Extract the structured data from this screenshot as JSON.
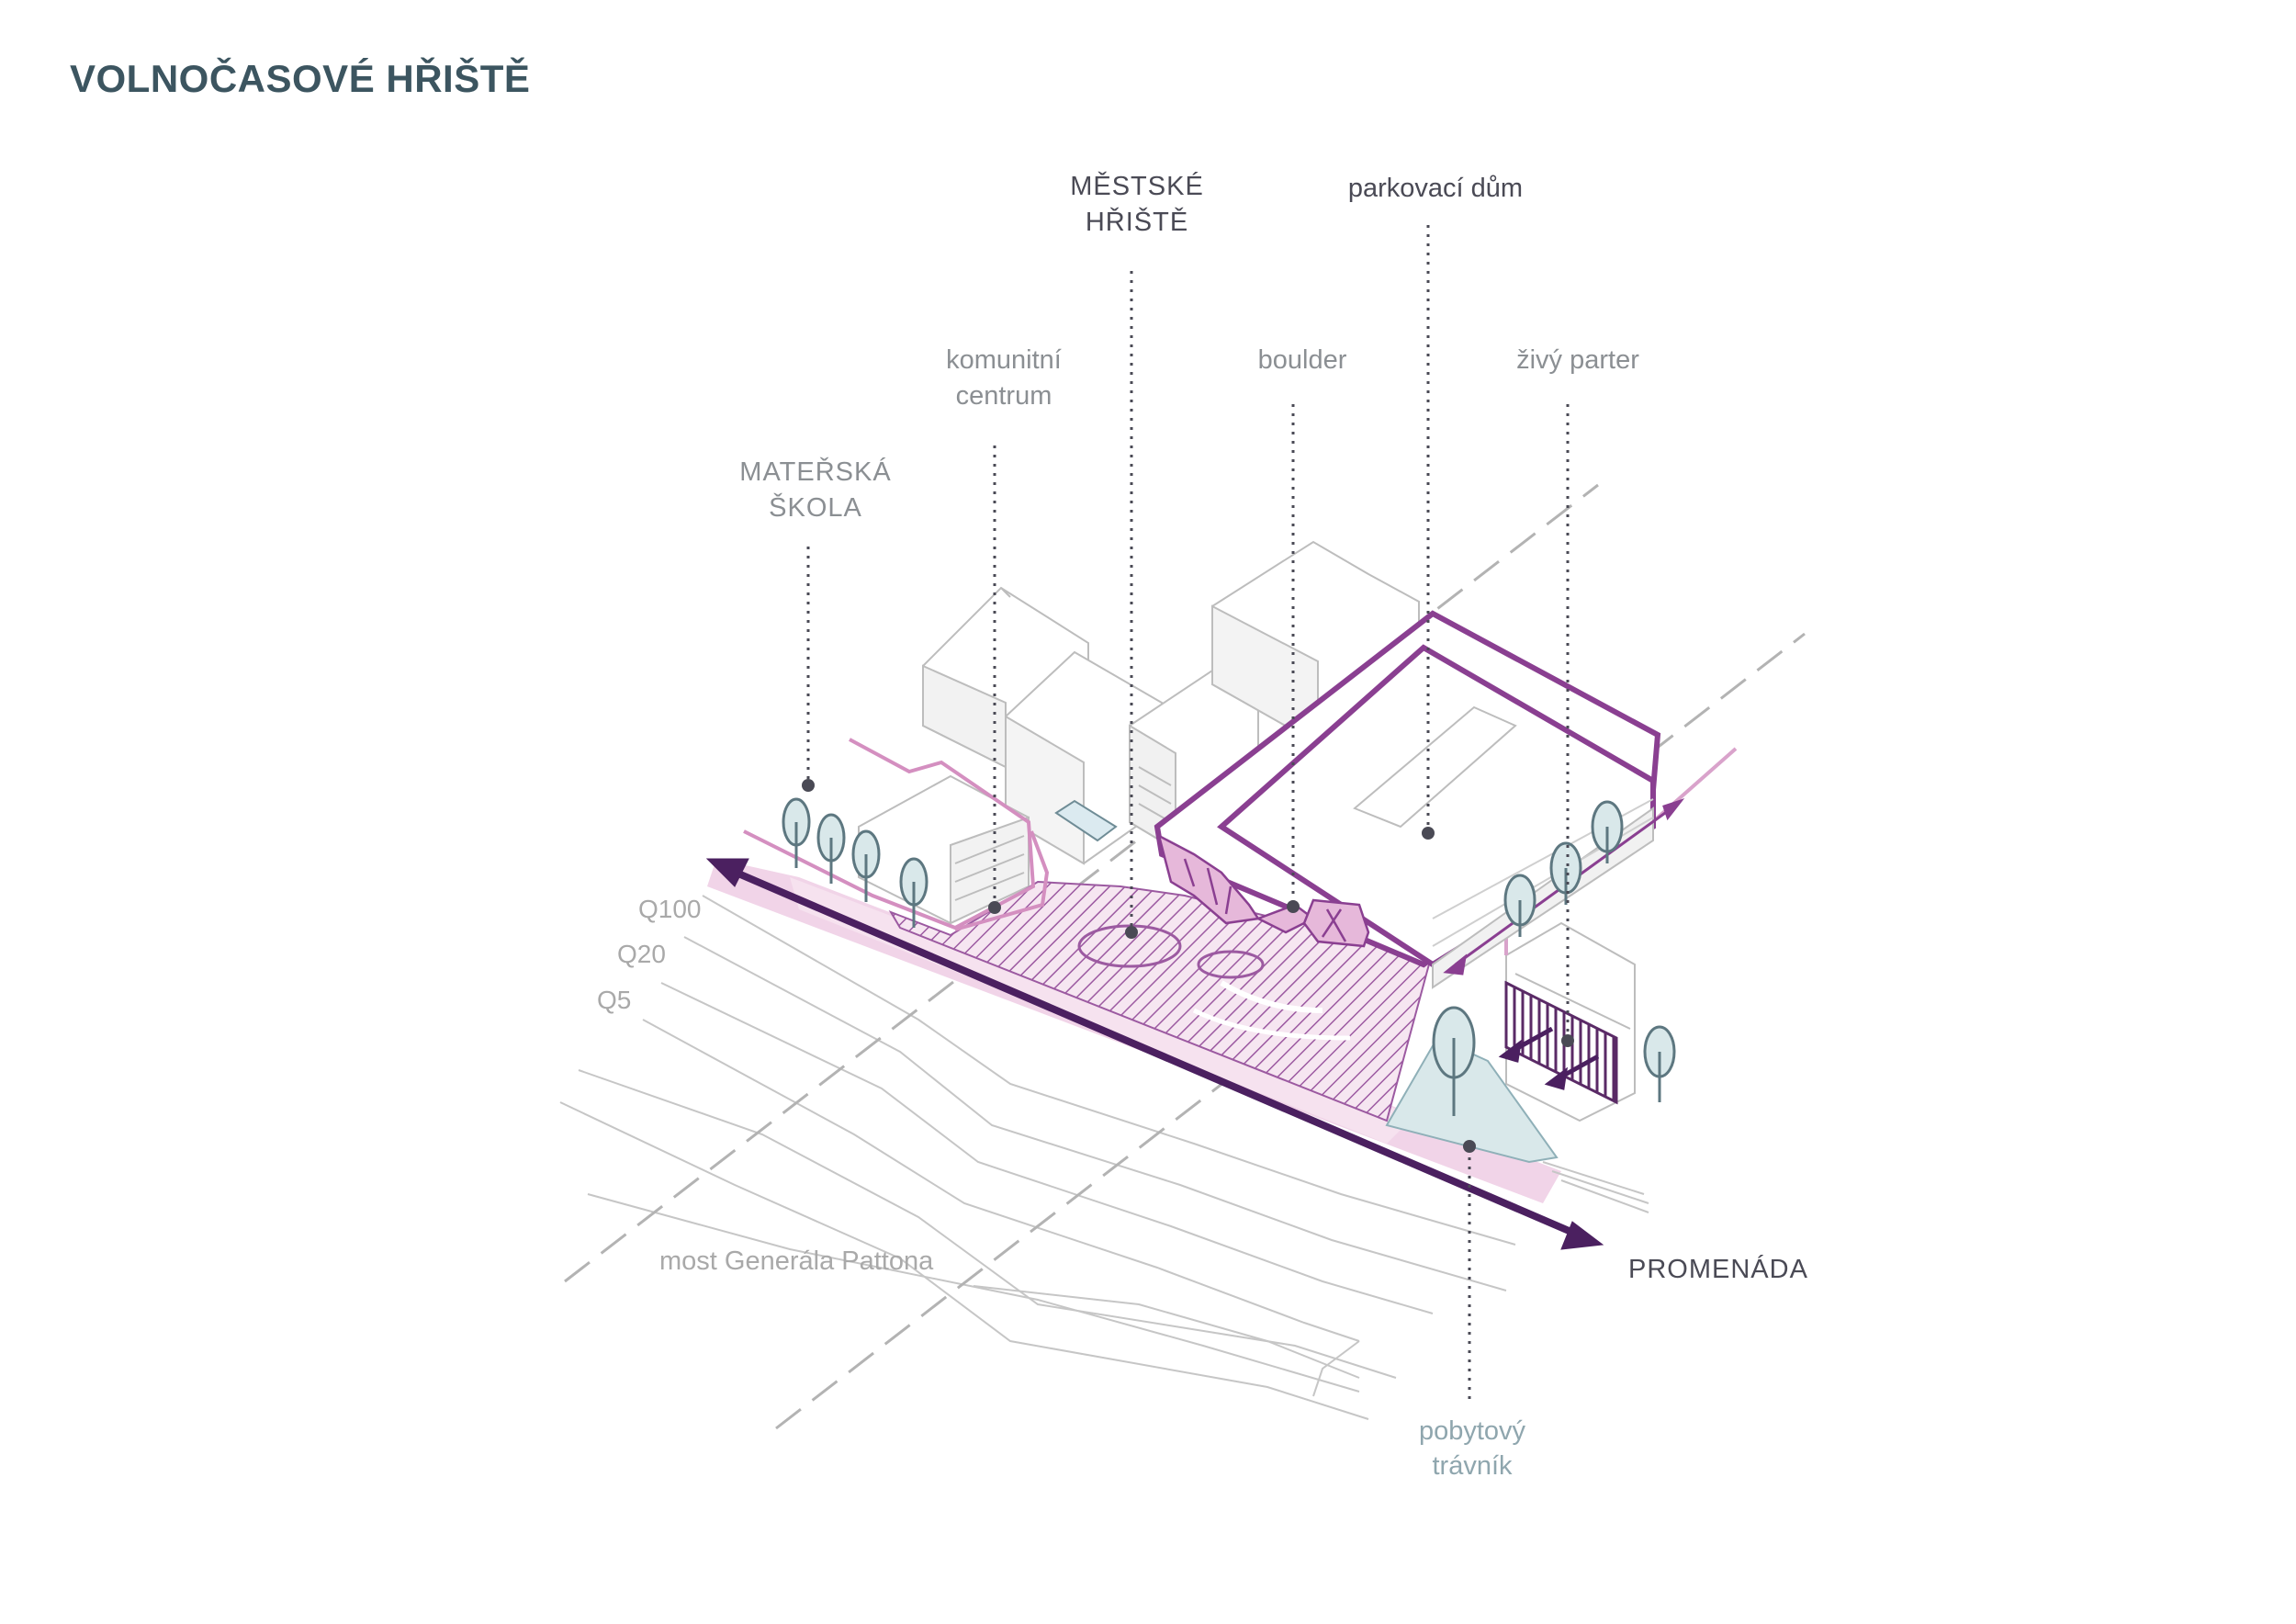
{
  "title": "VOLNOČASOVÉ HŘIŠTĚ",
  "labels": {
    "materska_skola": [
      "MATEŘSKÁ",
      "ŠKOLA"
    ],
    "komunitni_centrum": [
      "komunitní",
      "centrum"
    ],
    "mestske_hriste": [
      "MĚSTSKÉ",
      "HŘIŠTĚ"
    ],
    "boulder": "boulder",
    "parkovaci_dum": "parkovací dům",
    "zivy_parter": "živý parter",
    "promenada": "PROMENÁDA",
    "pobytovy_travnik": [
      "pobytový",
      "trávník"
    ],
    "most": "most Generála Pattona",
    "q100": "Q100",
    "q20": "Q20",
    "q5": "Q5"
  },
  "colors": {
    "title": "#3c5560",
    "label_grey": "#8b8f93",
    "label_dark": "#4a4a55",
    "label_teal": "#8fa6ae",
    "purple_dark": "#4b2060",
    "purple": "#8a3f91",
    "pink": "#d48fc0",
    "pink_light": "#f1d4e8",
    "teal_fill": "#d9e8ea",
    "teal_stroke": "#5d7780",
    "building_line": "#b9b9b9"
  },
  "icons": [
    "tree-icon",
    "arrow-icon",
    "boulder-rock-icon"
  ]
}
